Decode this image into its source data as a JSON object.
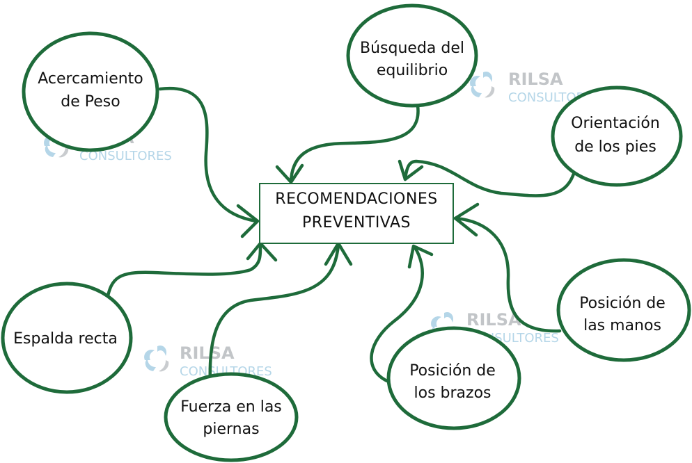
{
  "colors": {
    "stroke": "#1e6b3a",
    "text": "#111111",
    "watermark_gray": "#b8bcbf",
    "watermark_blue": "#a9d0e4"
  },
  "center": {
    "line1": "RECOMENDACIONES",
    "line2": "PREVENTIVAS"
  },
  "nodes": {
    "acercamiento": {
      "line1": "Acercamiento",
      "line2": "de Peso"
    },
    "busqueda": {
      "line1": "Búsqueda del",
      "line2": "equilibrio"
    },
    "orientacion": {
      "line1": "Orientación",
      "line2": "de los pies"
    },
    "espalda": {
      "line1": "Espalda recta"
    },
    "fuerza": {
      "line1": "Fuerza en las",
      "line2": "piernas"
    },
    "brazos": {
      "line1": "Posición de",
      "line2": "los brazos"
    },
    "manos": {
      "line1": "Posición de",
      "line2": "las manos"
    }
  },
  "watermark": {
    "name": "RILSA",
    "subtitle": "CONSULTORES",
    "icon": "swirl-logo-icon"
  }
}
